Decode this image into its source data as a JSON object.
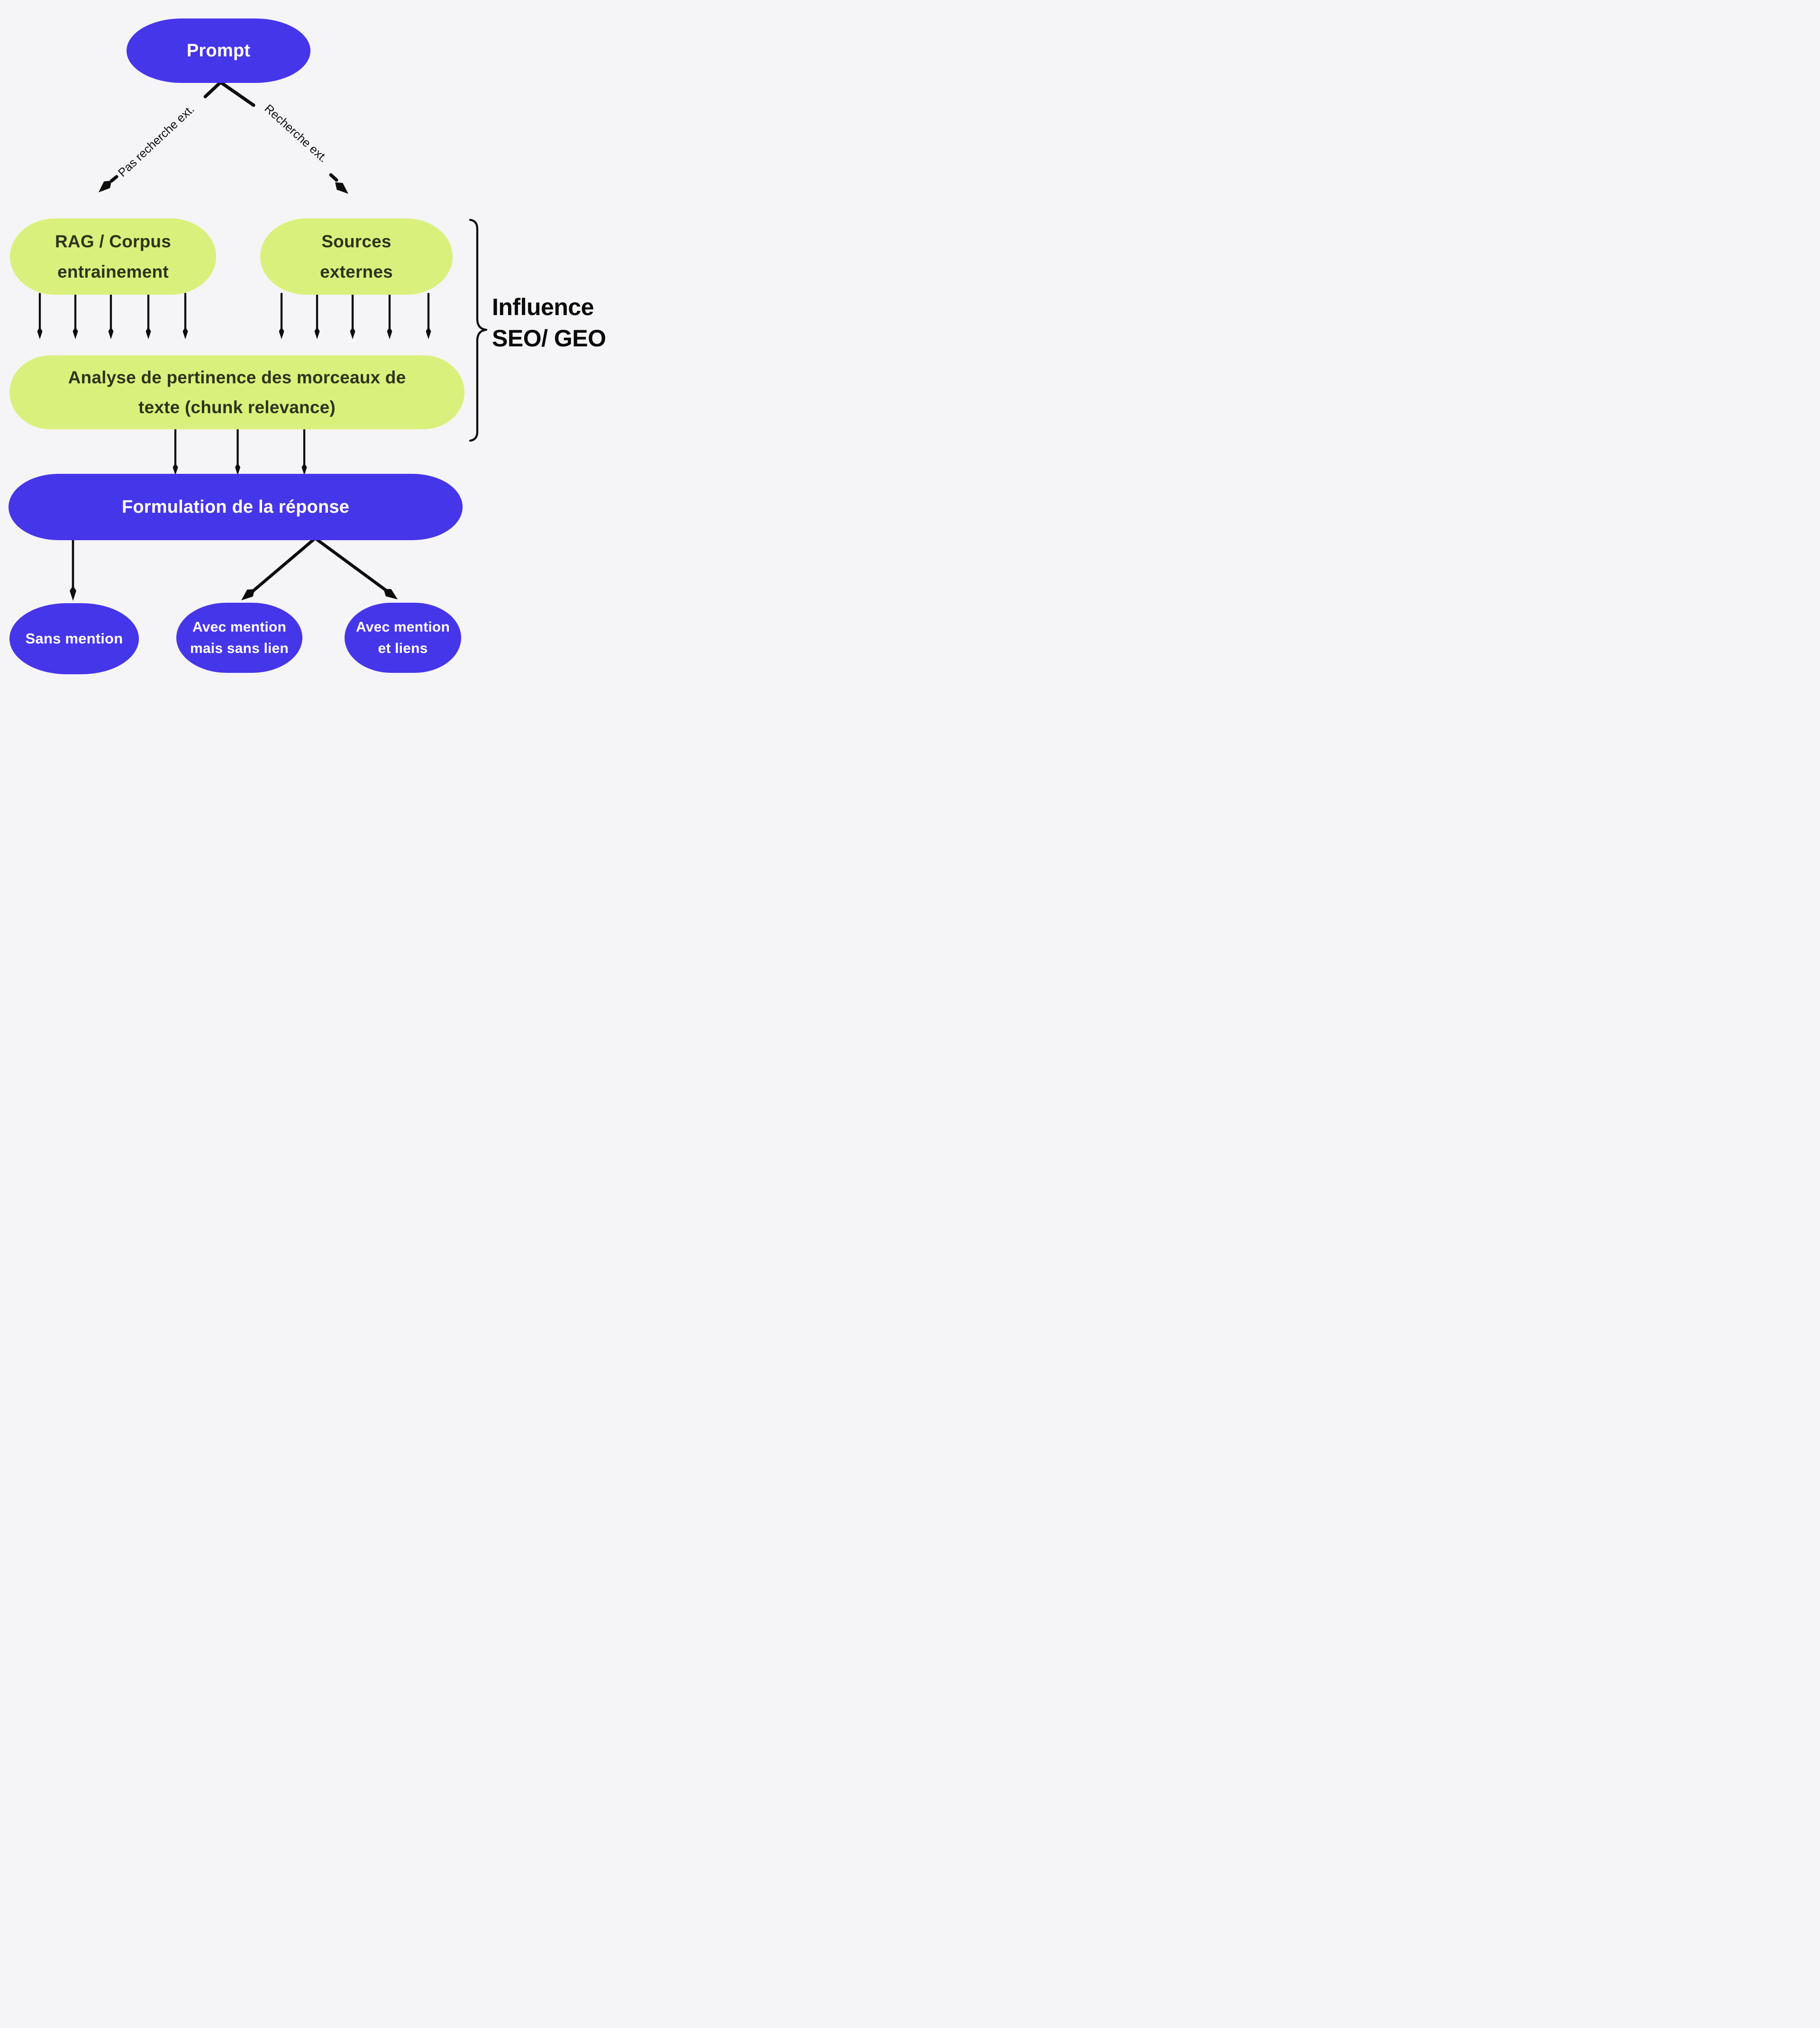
{
  "diagram": {
    "background_color": "#f5f4f6",
    "node_blue": "#4636ea",
    "node_green": "#d9f17c",
    "text_on_green": "#2e3418",
    "text_on_blue": "#ffffff",
    "connector_color": "#0d0d0d"
  },
  "nodes": {
    "prompt": {
      "label": "Prompt"
    },
    "rag": {
      "line1": "RAG / Corpus",
      "line2": "entrainement"
    },
    "sources": {
      "line1": "Sources",
      "line2": "externes"
    },
    "analysis": {
      "line1": "Analyse de pertinence des morceaux de",
      "line2": "texte (chunk relevance)"
    },
    "formulation": {
      "label": "Formulation de la réponse"
    },
    "sans_mention": {
      "label": "Sans mention"
    },
    "avec_mention_sans_lien": {
      "line1": "Avec mention",
      "line2": "mais sans lien"
    },
    "avec_mention_et_liens": {
      "line1": "Avec mention",
      "line2": "et liens"
    }
  },
  "edges": {
    "prompt_to_rag_label": "Pas recherche ext.",
    "prompt_to_sources_label": "Recherche ext."
  },
  "annotation": {
    "line1": "Influence",
    "line2": "SEO/ GEO"
  }
}
